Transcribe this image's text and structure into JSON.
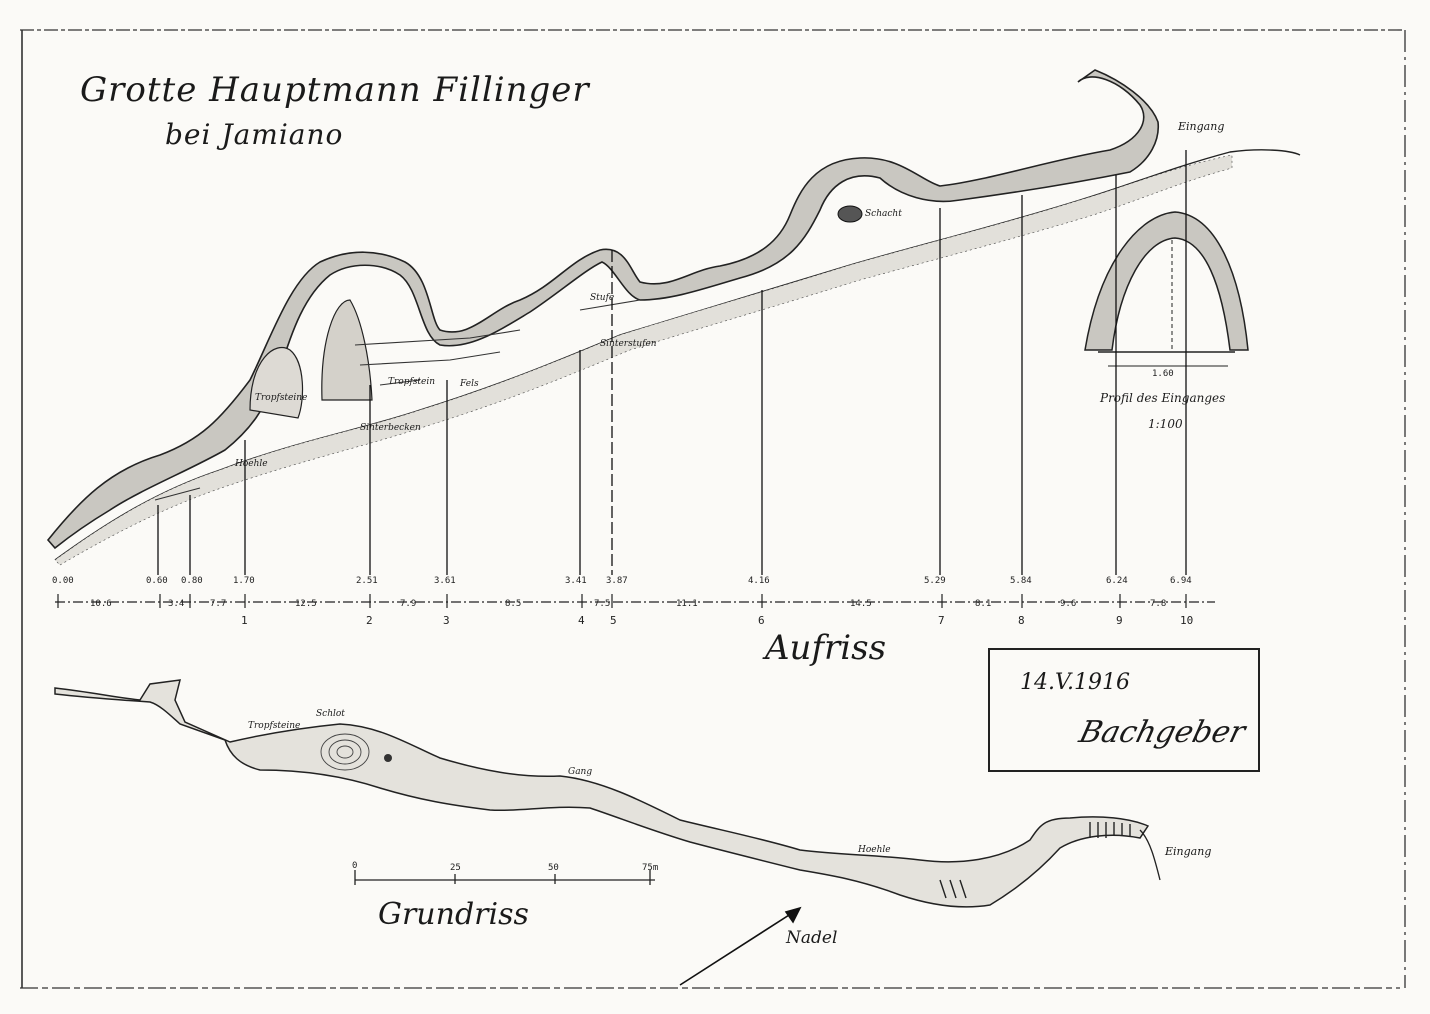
{
  "title": "Grotte Hauptmann Fillinger",
  "subtitle": "bei Jamiano",
  "section_label": "Aufriss",
  "plan_label": "Grundriss",
  "north_arrow_label": "Nadel",
  "entrance_label": "Eingang",
  "profile_caption": "Profil des Einganges",
  "profile_scale": "1:100",
  "profile_width": "1.60",
  "date": "14.V.1916",
  "signature": "Bachgeber",
  "scale_ticks": [
    "0",
    "25",
    "50",
    "75m"
  ],
  "stations": [
    "1",
    "2",
    "3",
    "4",
    "5",
    "6",
    "7",
    "8",
    "9",
    "10"
  ],
  "depths": [
    "0.00",
    "0.60",
    "0.80",
    "1.70",
    "2.51",
    "3.61",
    "3.41",
    "3.87",
    "4.16",
    "5.29",
    "5.84",
    "6.24",
    "6.94"
  ],
  "legs": [
    "10.6",
    "3.4",
    "7.7",
    "12.5",
    "7.9",
    "8.5",
    "7.5",
    "11.1",
    "14.5",
    "8.1",
    "9.6",
    "7.8"
  ],
  "section_annotations": [
    "Tropfsteine",
    "Sinterbecken",
    "Tropfstein",
    "Fels",
    "Stufe",
    "Schacht",
    "Sinterstufen",
    "Hoehle"
  ],
  "plan_annotations": [
    "Tropfsteine",
    "Schlot",
    "Gang",
    "Hoehle"
  ]
}
